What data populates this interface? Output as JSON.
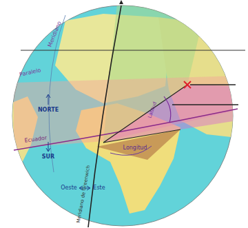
{
  "diagram": {
    "labels": [
      "Meridiano",
      "Paralelo",
      "NORTE",
      "Ecuador",
      "SUR",
      "Oeste",
      "Este",
      "Longitud",
      "Latitud",
      "Meridiano de Greenwich"
    ]
  }
}
